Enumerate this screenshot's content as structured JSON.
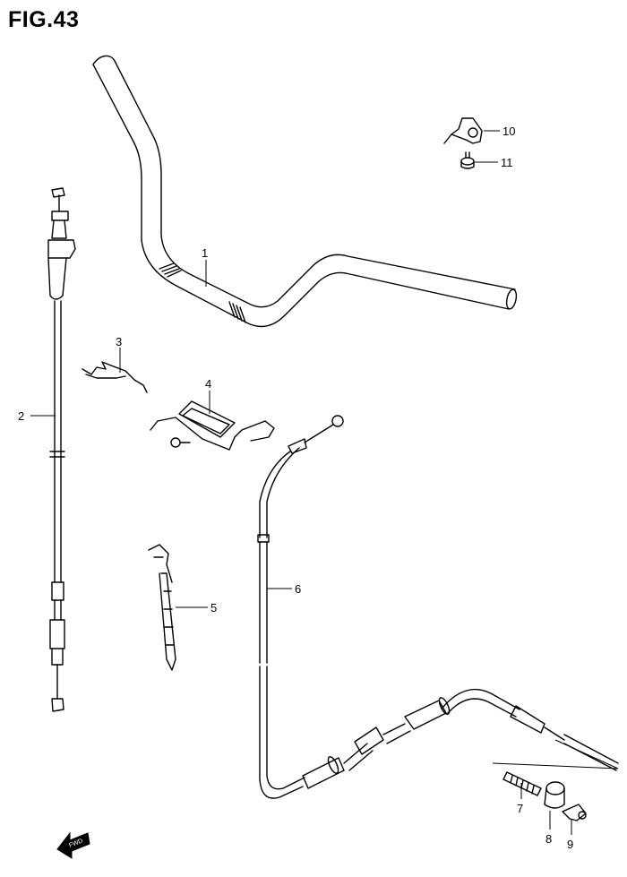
{
  "figure": {
    "title": "FIG.43"
  },
  "parts": [
    {
      "no": "1"
    },
    {
      "no": "2"
    },
    {
      "no": "3"
    },
    {
      "no": "4"
    },
    {
      "no": "5"
    },
    {
      "no": "6"
    },
    {
      "no": "7"
    },
    {
      "no": "8"
    },
    {
      "no": "9"
    },
    {
      "no": "10"
    },
    {
      "no": "11"
    }
  ],
  "fwd_label": "FWD"
}
